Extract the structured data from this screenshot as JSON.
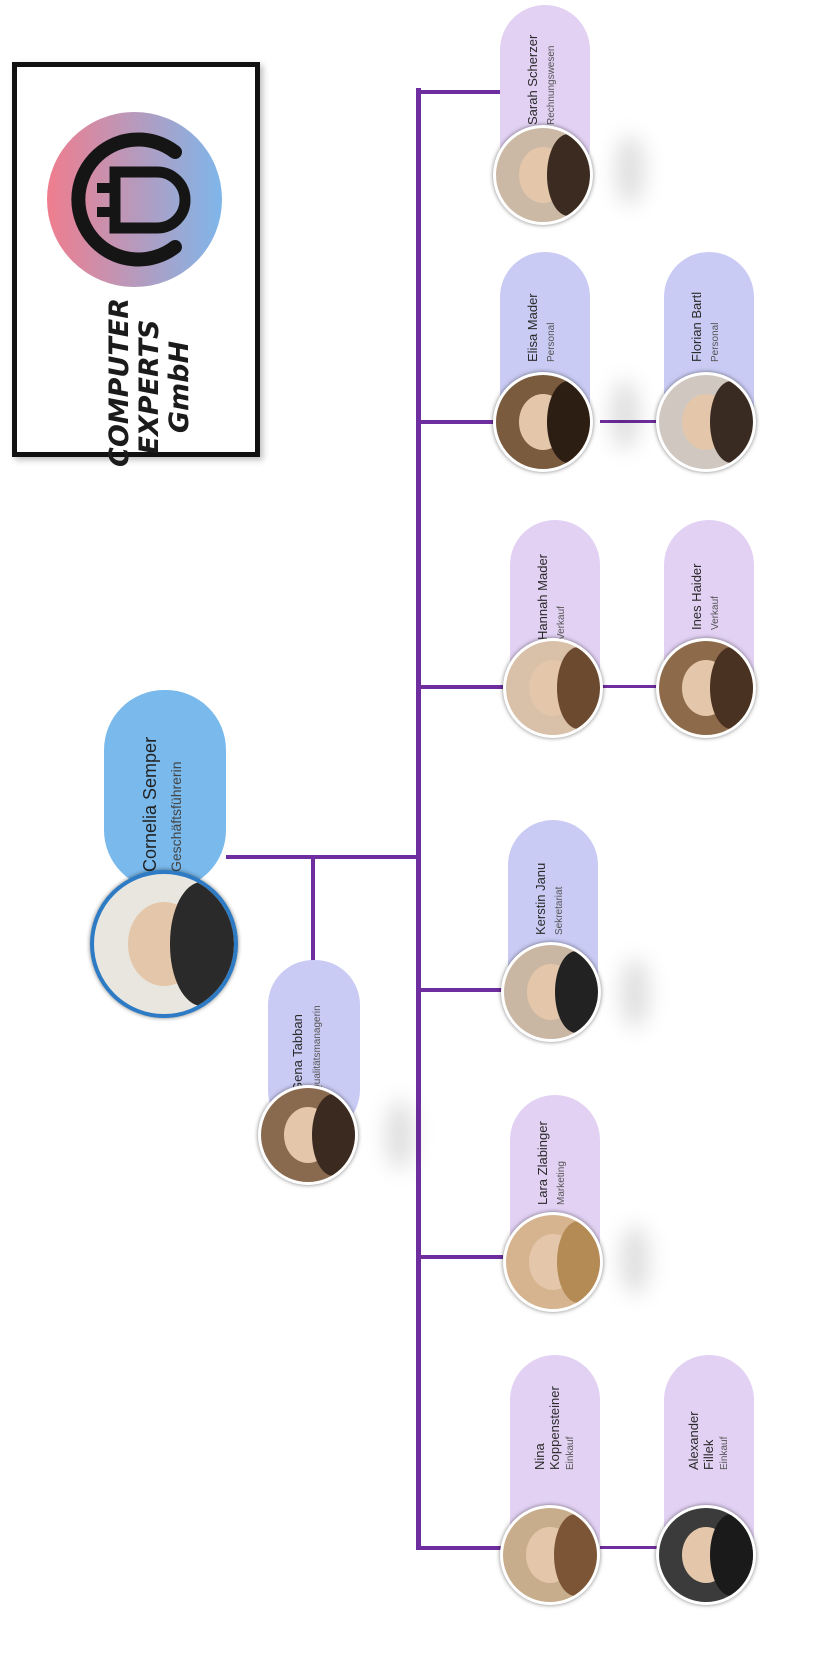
{
  "logo": {
    "line1": "COMPUTER",
    "line2": "EXPERTS",
    "line3": "GmbH",
    "gradient_top": "#7fb6ea",
    "gradient_bottom": "#ef7d8e",
    "icon": "plug-c-icon"
  },
  "colors": {
    "connector": "#6f2ea0",
    "lead_card": "#79b9ec",
    "blue_card": "#c9cbf4",
    "violet_card": "#e2d1f3"
  },
  "lead": {
    "name": "Cornelia Semper",
    "role": "Geschäftsführerin"
  },
  "staff": {
    "name": "Gena Tabban",
    "role": "Qualitätsmanagerin"
  },
  "departments": [
    {
      "name": "Sarah Scherzer",
      "role": "Rechnungswesen",
      "sub": null
    },
    {
      "name": "Elisa Mader",
      "role": "Personal",
      "sub": {
        "name": "Florian Bartl",
        "role": "Personal"
      }
    },
    {
      "name": "Hannah Mader",
      "role": "Verkauf",
      "sub": {
        "name": "Ines Haider",
        "role": "Verkauf"
      }
    },
    {
      "name": "Kerstin Janu",
      "role": "Sekretariat",
      "sub": null
    },
    {
      "name": "Lara Zlabinger",
      "role": "Marketing",
      "sub": null
    },
    {
      "name": "Nina Koppensteiner",
      "role": "Einkauf",
      "sub": {
        "name": "Alexander Fillek",
        "role": "Einkauf"
      }
    }
  ]
}
